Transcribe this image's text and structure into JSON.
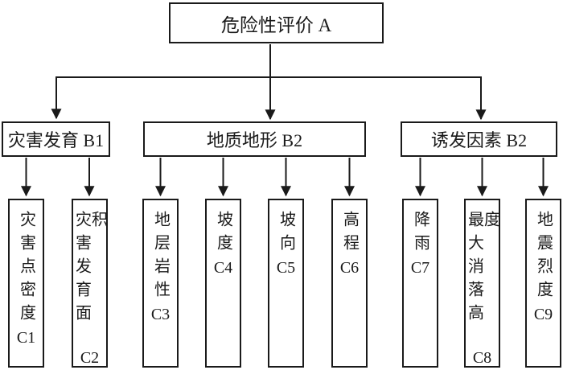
{
  "diagram": {
    "type": "hierarchy-flowchart",
    "root": {
      "label": "危险性评价 A"
    },
    "branches": [
      {
        "label": "灾害发育 B1"
      },
      {
        "label": "地质地形 B2"
      },
      {
        "label": "诱发因素 B2"
      }
    ],
    "leaves": [
      {
        "chars": "灾害点密度",
        "code": "C1",
        "parent": "B1"
      },
      {
        "chars": "灾害发育面积",
        "code": "C2",
        "parent": "B1"
      },
      {
        "chars": "地层岩性",
        "code": "C3",
        "parent": "B2"
      },
      {
        "chars": "坡度",
        "code": "C4",
        "parent": "B2"
      },
      {
        "chars": "坡向",
        "code": "C5",
        "parent": "B2"
      },
      {
        "chars": "高程",
        "code": "C6",
        "parent": "B2"
      },
      {
        "chars": "降雨",
        "code": "C7",
        "parent": "诱发因素 B2"
      },
      {
        "chars": "最大消落高度",
        "code": "C8",
        "parent": "诱发因素 B2"
      },
      {
        "chars": "地震烈度",
        "code": "C9",
        "parent": "诱发因素 B2"
      }
    ],
    "colors": {
      "background": "#ffffff",
      "line": "#1a1a1a",
      "box_border": "#1a1a1a",
      "text": "#1a1a1a"
    },
    "icons": {
      "arrowhead": "filled-triangle-arrow-down"
    }
  }
}
